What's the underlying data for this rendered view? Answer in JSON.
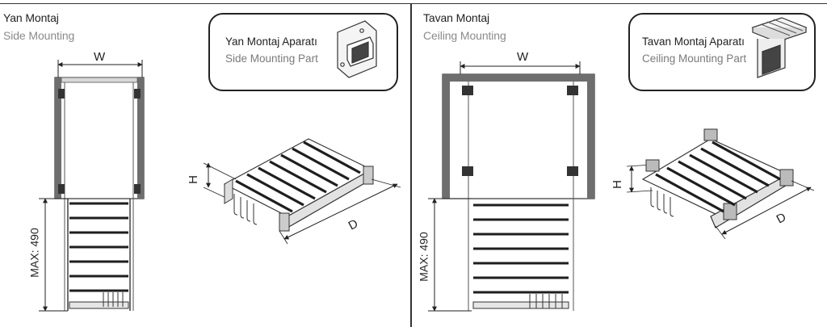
{
  "panels": {
    "side": {
      "title": "Yan Montaj",
      "subtitle": "Side Mounting",
      "callout": {
        "title": "Yan Montaj Aparatı",
        "subtitle": "Side Mounting Part"
      },
      "dims": {
        "width": "W",
        "height": "H",
        "depth": "D",
        "max": "MAX: 490"
      }
    },
    "ceiling": {
      "title": "Tavan Montaj",
      "subtitle": "Ceiling Mounting",
      "callout": {
        "title": "Tavan Montaj Aparatı",
        "subtitle": "Ceiling Mounting Part"
      },
      "dims": {
        "width": "W",
        "height": "H",
        "depth": "D",
        "max": "MAX: 490"
      }
    }
  },
  "colors": {
    "line": "#222222",
    "panel": "#6e6e6e",
    "rod": "#2a2a2a",
    "label_gray": "#7a7a7a"
  }
}
